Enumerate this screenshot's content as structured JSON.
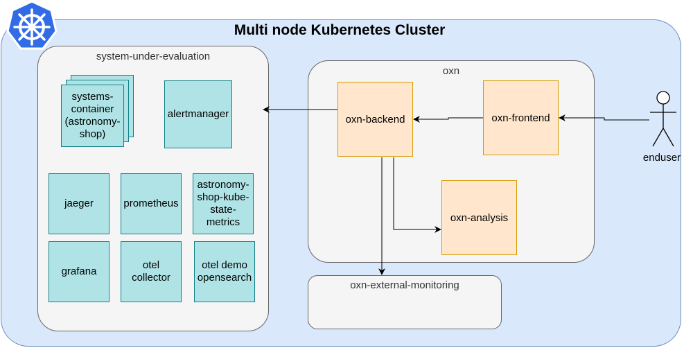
{
  "cluster": {
    "title": "Multi node Kubernetes Cluster",
    "logo": "kubernetes-helm-icon",
    "fill": "#dae8fc",
    "stroke": "#6c8ebf"
  },
  "sut": {
    "label": "system-under-evaluation",
    "services": {
      "systems_container": "systems-\ncontainer\n(astronomy-\nshop)",
      "alertmanager": "alertmanager",
      "jaeger": "jaeger",
      "prometheus": "prometheus",
      "kube_state_metrics": "astronomy-\nshop-kube-\nstate-\nmetrics",
      "grafana": "grafana",
      "otel_collector": "otel\ncollector",
      "opensearch": "otel demo\nopensearch"
    },
    "service_fill": "#b0e3e6",
    "service_stroke": "#0e8088"
  },
  "oxn": {
    "label": "oxn",
    "backend": "oxn-backend",
    "frontend": "oxn-frontend",
    "analysis": "oxn-analysis",
    "fill": "#ffe6cc",
    "stroke": "#d79b00"
  },
  "monitoring": {
    "label": "oxn-external-monitoring"
  },
  "actor": {
    "label": "enduser",
    "icon": "stick-figure-icon"
  }
}
